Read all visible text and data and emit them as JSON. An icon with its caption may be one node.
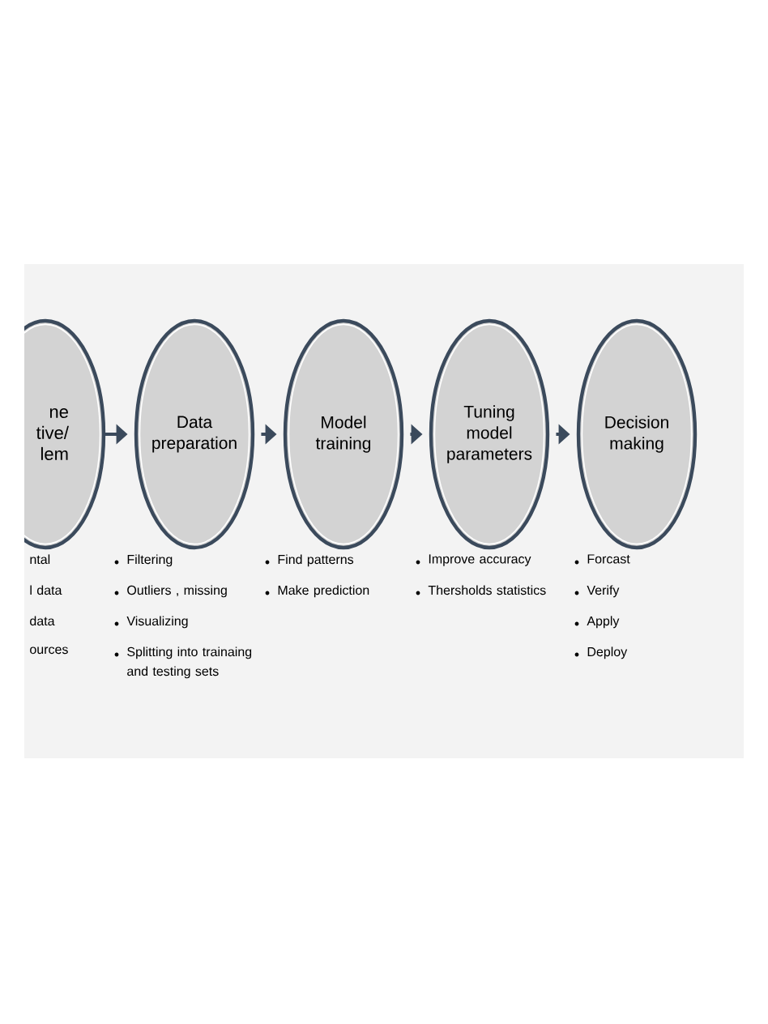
{
  "diagram": {
    "nodes": [
      {
        "text": [
          "ne tive/ lem"
        ]
      },
      {
        "text": [
          "Data preparation"
        ]
      },
      {
        "text": [
          "Model training"
        ]
      },
      {
        "text": [
          "Tuning model parameters"
        ]
      },
      {
        "text": [
          "Decision making"
        ]
      }
    ],
    "edges": [
      {
        "from": 0,
        "to": 1,
        "arrow": "to"
      },
      {
        "from": 1,
        "to": 2,
        "arrow": "to"
      },
      {
        "from": 2,
        "to": 3,
        "arrow": "to"
      },
      {
        "from": 3,
        "to": 4,
        "arrow": "to"
      }
    ],
    "labels": [
      "ntal",
      "l data",
      "data",
      "ources",
      "Filtering",
      "Outliers , missing",
      "Visualizing",
      "Splitting into trainaing and testing sets",
      "Find patterns",
      "Make prediction",
      "Improve accuracy",
      "Thersholds statistics",
      "Forcast",
      "Verify",
      "Apply",
      "Deploy"
    ]
  }
}
